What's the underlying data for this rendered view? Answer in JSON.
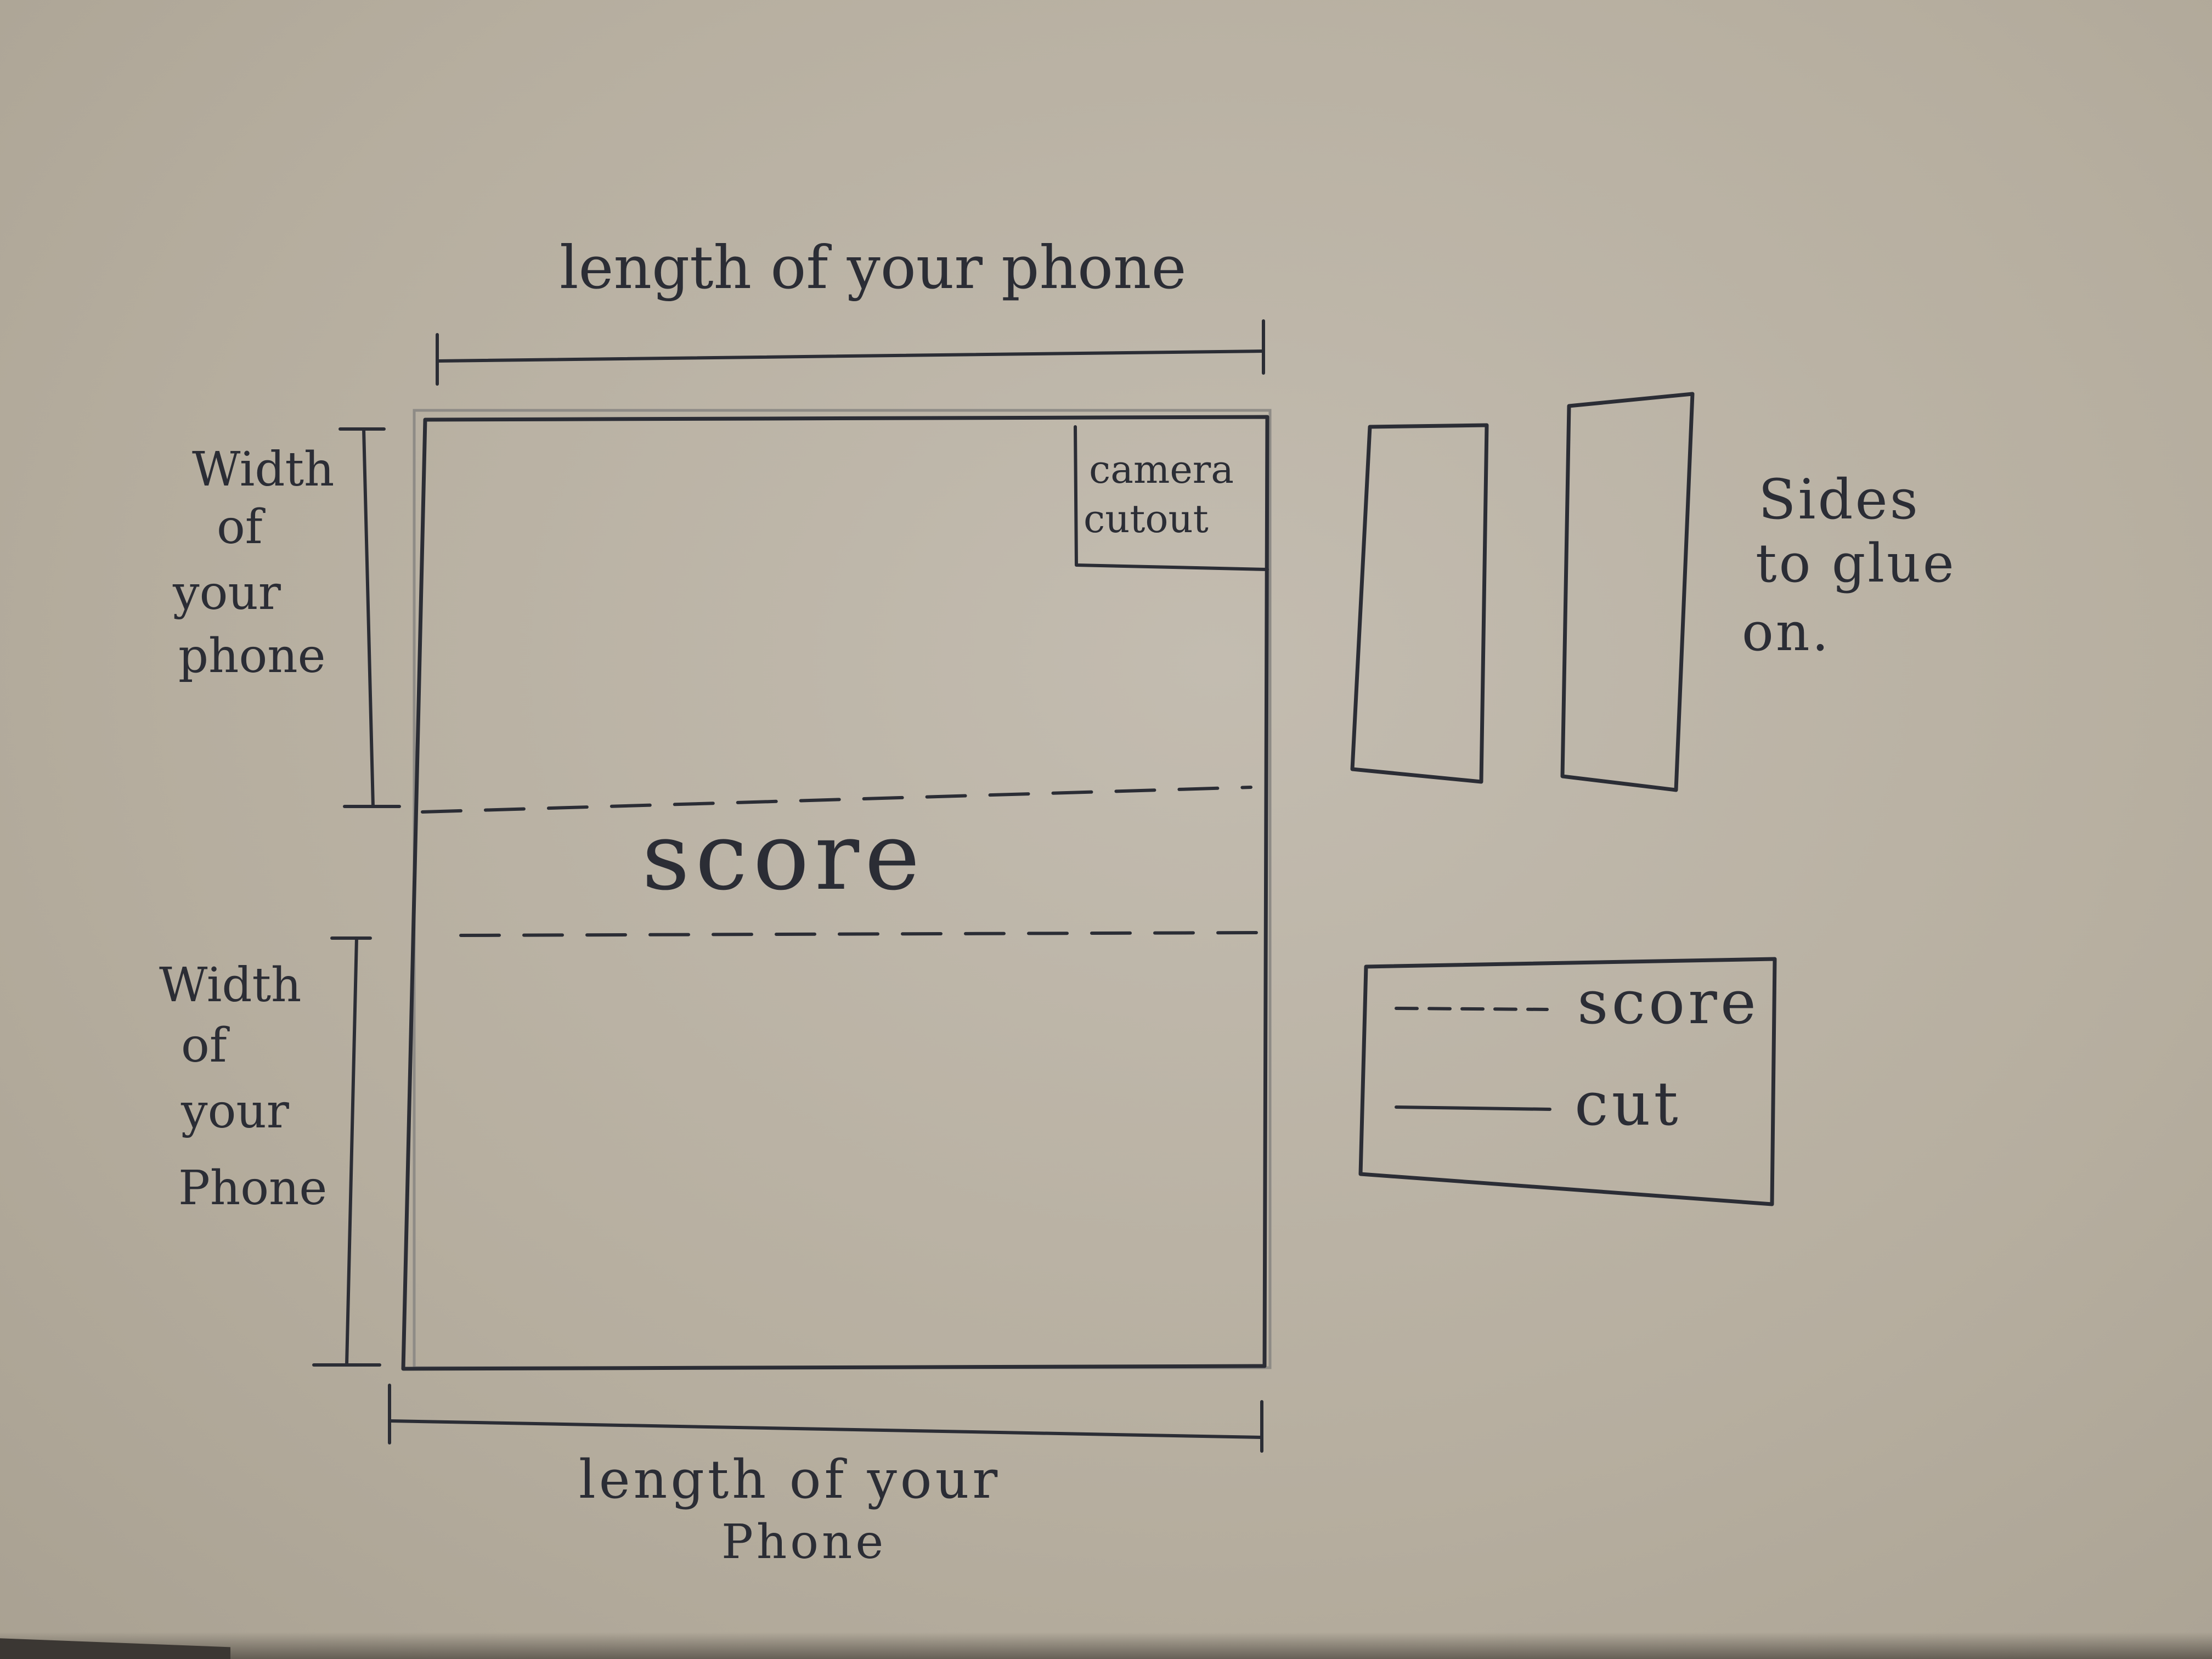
{
  "labels": {
    "top_length": "length of your phone",
    "bottom_length_line1": "length of your",
    "bottom_length_line2": "Phone",
    "left_top_width": [
      "Width",
      "of",
      "your",
      "phone"
    ],
    "left_bottom_width": [
      "Width",
      "of",
      "your",
      "Phone"
    ],
    "camera_line1": "camera",
    "camera_line2": "cutout",
    "score_center": "score",
    "sides_line1": "Sides",
    "sides_line2": "to glue",
    "sides_line3": "on."
  },
  "legend": {
    "score_label": "score",
    "cut_label": "cut"
  },
  "colors": {
    "ink": "#2b2d35",
    "paper": "#bcb4a8",
    "pencil": "#8e8b86"
  }
}
